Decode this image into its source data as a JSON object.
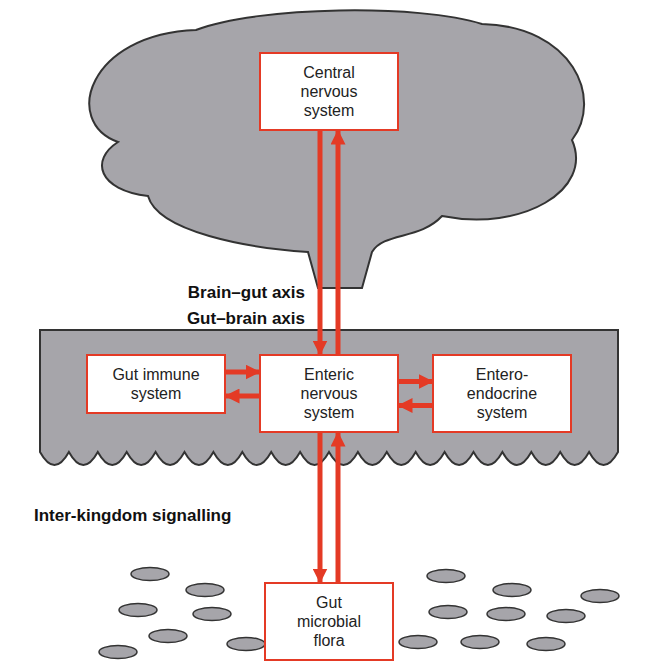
{
  "diagram": {
    "nodes": [
      {
        "text": [
          "Central nervous system"
        ]
      },
      {
        "text": [
          "Gut immune system"
        ]
      },
      {
        "text": [
          "Enteric nervous system"
        ]
      },
      {
        "text": [
          "Entero-endocrine system"
        ]
      },
      {
        "text": [
          "Gut microbial flora"
        ]
      }
    ],
    "edges": [
      {
        "from": 0,
        "to": 2,
        "arrow": "to"
      },
      {
        "from": 2,
        "to": 0,
        "arrow": "to"
      },
      {
        "from": 1,
        "to": 2,
        "arrow": "to"
      },
      {
        "from": 2,
        "to": 1,
        "arrow": "to"
      },
      {
        "from": 2,
        "to": 3,
        "arrow": "to"
      },
      {
        "from": 3,
        "to": 2,
        "arrow": "to"
      },
      {
        "from": 2,
        "to": 4,
        "arrow": "to"
      },
      {
        "from": 4,
        "to": 2,
        "arrow": "to"
      }
    ],
    "labels": [
      "Brain–gut axis",
      "Gut–brain axis",
      "Inter-kingdom signalling"
    ]
  }
}
